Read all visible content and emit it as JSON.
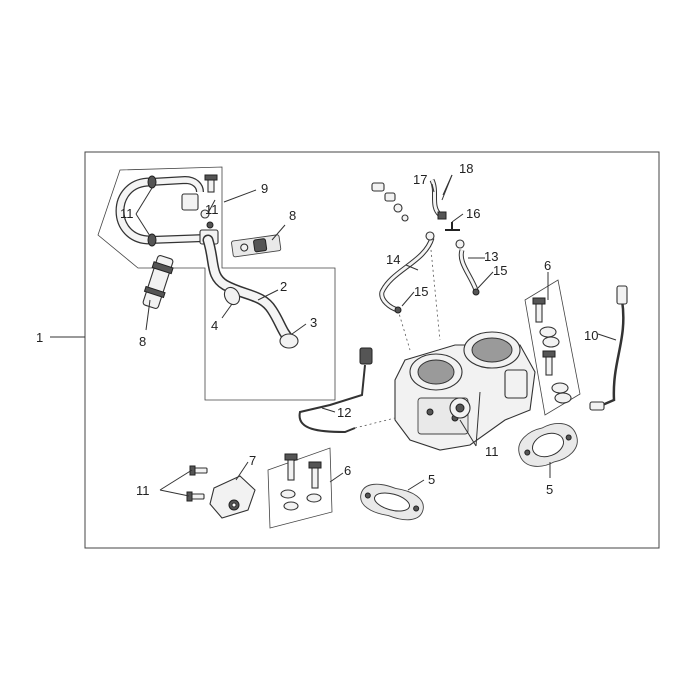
{
  "callouts": [
    {
      "id": "c1",
      "text": "1"
    },
    {
      "id": "c2",
      "text": "2"
    },
    {
      "id": "c3",
      "text": "3"
    },
    {
      "id": "c4",
      "text": "4"
    },
    {
      "id": "c5a",
      "text": "5"
    },
    {
      "id": "c5b",
      "text": "5"
    },
    {
      "id": "c6a",
      "text": "6"
    },
    {
      "id": "c6b",
      "text": "6"
    },
    {
      "id": "c7",
      "text": "7"
    },
    {
      "id": "c8a",
      "text": "8"
    },
    {
      "id": "c8b",
      "text": "8"
    },
    {
      "id": "c9",
      "text": "9"
    },
    {
      "id": "c10",
      "text": "10"
    },
    {
      "id": "c11a",
      "text": "11"
    },
    {
      "id": "c11b",
      "text": "11"
    },
    {
      "id": "c11c",
      "text": "11"
    },
    {
      "id": "c11d",
      "text": "11"
    },
    {
      "id": "c12",
      "text": "12"
    },
    {
      "id": "c13",
      "text": "13"
    },
    {
      "id": "c14",
      "text": "14"
    },
    {
      "id": "c15a",
      "text": "15"
    },
    {
      "id": "c15b",
      "text": "15"
    },
    {
      "id": "c16",
      "text": "16"
    },
    {
      "id": "c17",
      "text": "17"
    },
    {
      "id": "c18",
      "text": "18"
    }
  ]
}
